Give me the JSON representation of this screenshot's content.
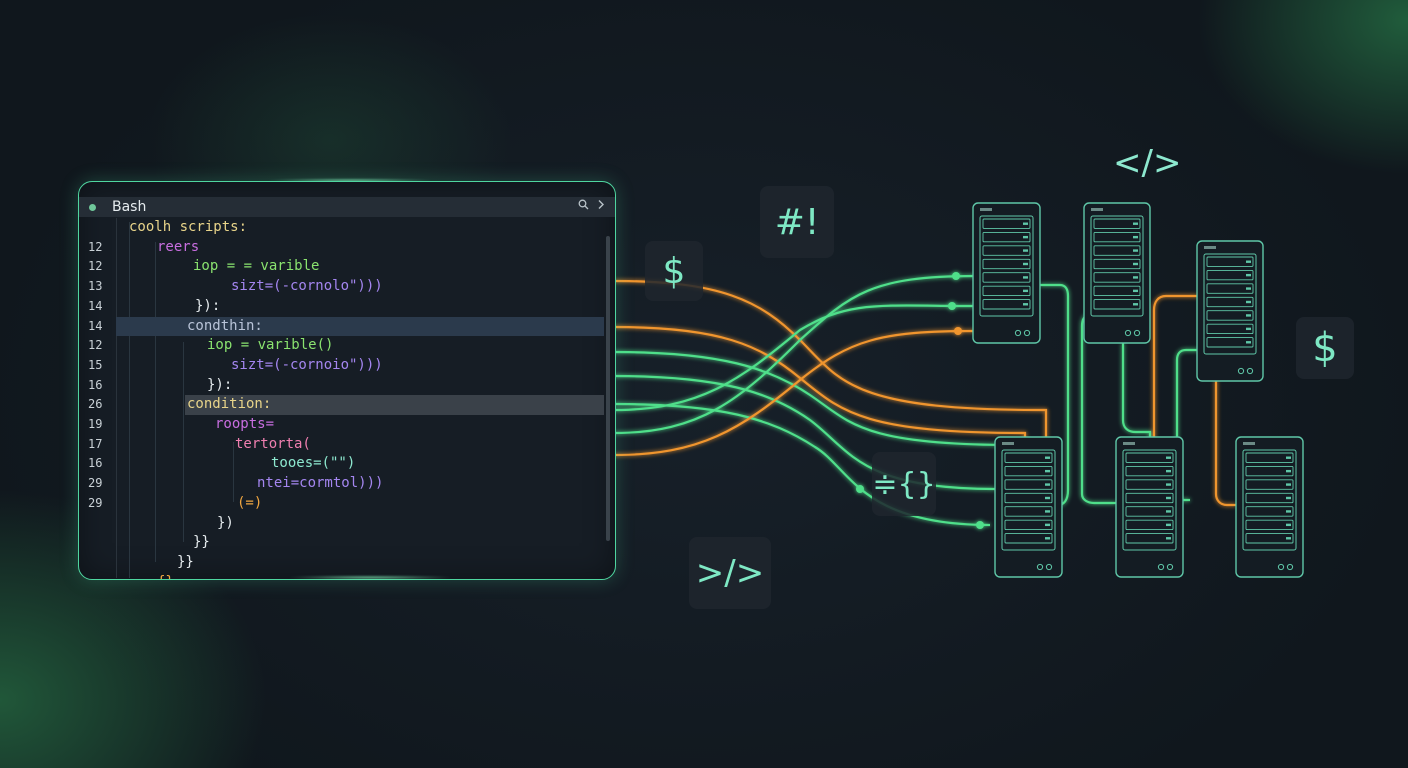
{
  "editor": {
    "title": "Bash",
    "search_icon": "search-icon",
    "chevron_icon": "chevron-right-icon",
    "lines": [
      {
        "num": "",
        "text": "coolh scripts:",
        "color": "#e8d48a",
        "indent": 50
      },
      {
        "num": "12",
        "text": "reers",
        "color": "#c86ee0",
        "indent": 78
      },
      {
        "num": "12",
        "text": "iop = = varible",
        "color": "#8ae36f",
        "indent": 114
      },
      {
        "num": "13",
        "text": "sizt=(-cornolo\")))",
        "color": "#a486f0",
        "indent": 152
      },
      {
        "num": "14",
        "text": "}):",
        "color": "#e6ecef",
        "indent": 116
      },
      {
        "num": "14",
        "text": "condthin:",
        "color": "#b9c4d8",
        "indent": 108
      },
      {
        "num": "12",
        "text": "iop = varible()",
        "color": "#8ae36f",
        "indent": 128
      },
      {
        "num": "15",
        "text": "sizt=(-cornoio\")))",
        "color": "#a486f0",
        "indent": 152
      },
      {
        "num": "16",
        "text": "}):",
        "color": "#e6ecef",
        "indent": 128
      },
      {
        "num": "26",
        "text": "condition:",
        "color": "#e8d48a",
        "indent": 108
      },
      {
        "num": "19",
        "text": "roopts=",
        "color": "#c86ee0",
        "indent": 136
      },
      {
        "num": "17",
        "text": "tertorta(",
        "color": "#f07fb0",
        "indent": 156
      },
      {
        "num": "16",
        "text": "tooes=(\"\")",
        "color": "#8de8cf",
        "indent": 192
      },
      {
        "num": "29",
        "text": "ntei=cormtol)))",
        "color": "#a486f0",
        "indent": 178
      },
      {
        "num": "29",
        "text": "(=)",
        "color": "#f0a640",
        "indent": 158
      },
      {
        "num": "",
        "text": "})",
        "color": "#e6ecef",
        "indent": 138
      },
      {
        "num": "",
        "text": "}}",
        "color": "#e6ecef",
        "indent": 114
      },
      {
        "num": "",
        "text": "}}",
        "color": "#e6ecef",
        "indent": 98
      },
      {
        "num": "",
        "text": "{}",
        "color": "#f0a640",
        "indent": 78
      }
    ]
  },
  "symbols": {
    "dollar_tile": "$",
    "shebang_tile": "#!",
    "close_tag_top": "</>",
    "dollar_right": "$",
    "brace_tile": "≑{}",
    "close_tag_bottom": ">/>"
  },
  "colors": {
    "accent_green": "#4fdf8a",
    "accent_orange": "#f0952e",
    "server_stroke": "#5fc7a8"
  }
}
